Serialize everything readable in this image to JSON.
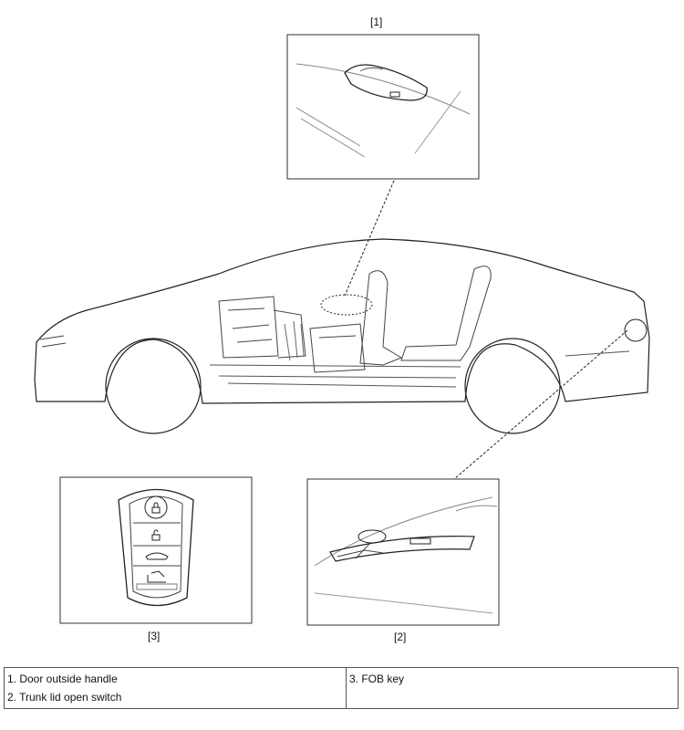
{
  "callouts": [
    {
      "id": "1",
      "label": "[1]"
    },
    {
      "id": "2",
      "label": "[2]"
    },
    {
      "id": "3",
      "label": "[3]"
    }
  ],
  "legend": {
    "left": [
      "1. Door outside handle",
      "2. Trunk lid open switch"
    ],
    "right": [
      "3. FOB key"
    ]
  }
}
